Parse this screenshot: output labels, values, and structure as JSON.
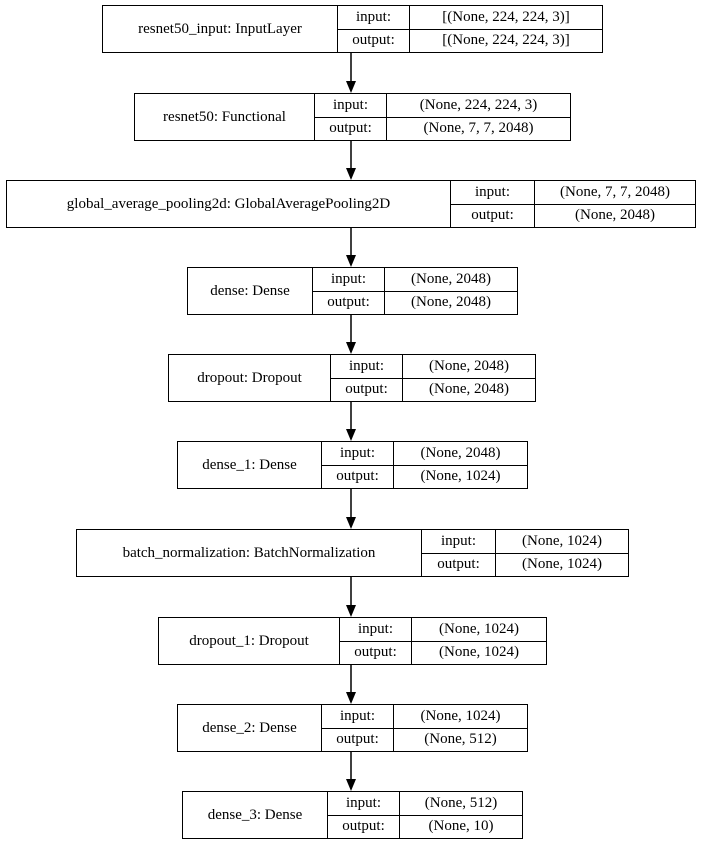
{
  "layers": [
    {
      "name": "resnet50_input: InputLayer",
      "input_label": "input:",
      "output_label": "output:",
      "input": "[(None, 224, 224, 3)]",
      "output": "[(None, 224, 224, 3)]"
    },
    {
      "name": "resnet50: Functional",
      "input_label": "input:",
      "output_label": "output:",
      "input": "(None, 224, 224, 3)",
      "output": "(None, 7, 7, 2048)"
    },
    {
      "name": "global_average_pooling2d: GlobalAveragePooling2D",
      "input_label": "input:",
      "output_label": "output:",
      "input": "(None, 7, 7, 2048)",
      "output": "(None, 2048)"
    },
    {
      "name": "dense: Dense",
      "input_label": "input:",
      "output_label": "output:",
      "input": "(None, 2048)",
      "output": "(None, 2048)"
    },
    {
      "name": "dropout: Dropout",
      "input_label": "input:",
      "output_label": "output:",
      "input": "(None, 2048)",
      "output": "(None, 2048)"
    },
    {
      "name": "dense_1: Dense",
      "input_label": "input:",
      "output_label": "output:",
      "input": "(None, 2048)",
      "output": "(None, 1024)"
    },
    {
      "name": "batch_normalization: BatchNormalization",
      "input_label": "input:",
      "output_label": "output:",
      "input": "(None, 1024)",
      "output": "(None, 1024)"
    },
    {
      "name": "dropout_1: Dropout",
      "input_label": "input:",
      "output_label": "output:",
      "input": "(None, 1024)",
      "output": "(None, 1024)"
    },
    {
      "name": "dense_2: Dense",
      "input_label": "input:",
      "output_label": "output:",
      "input": "(None, 1024)",
      "output": "(None, 512)"
    },
    {
      "name": "dense_3: Dense",
      "input_label": "input:",
      "output_label": "output:",
      "input": "(None, 512)",
      "output": "(None, 10)"
    }
  ]
}
